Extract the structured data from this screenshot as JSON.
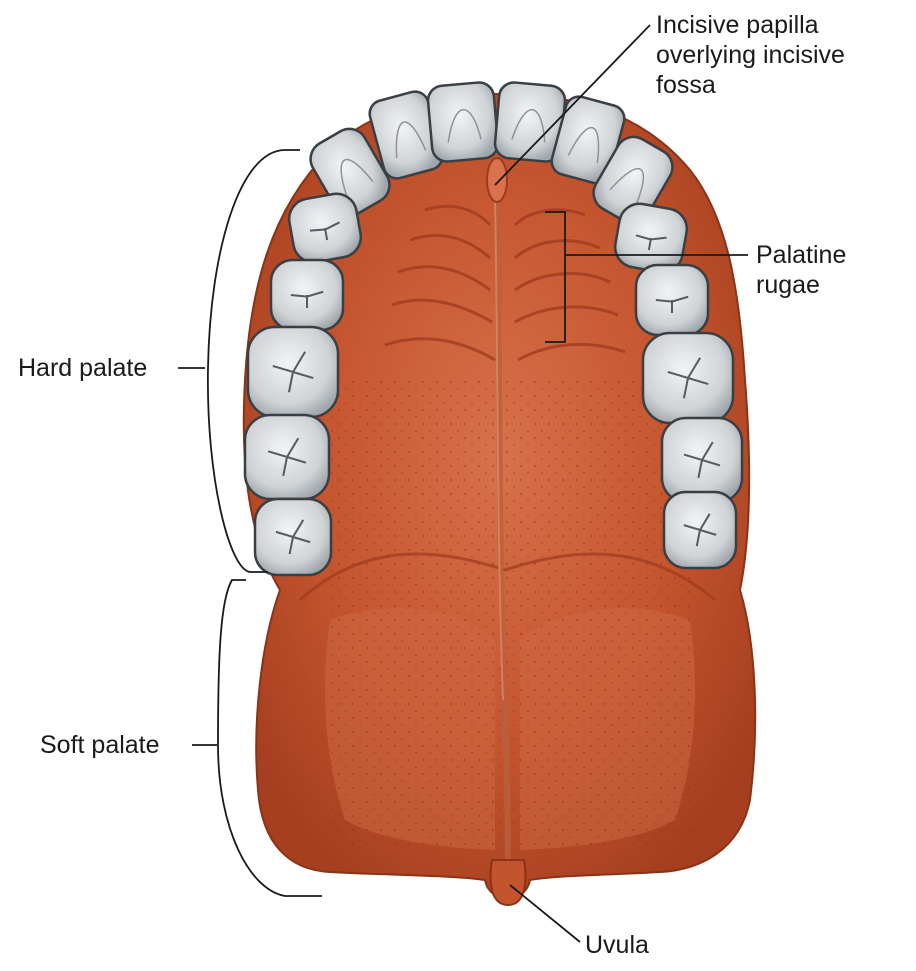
{
  "labels": {
    "incisive_papilla": [
      "Incisive papilla",
      "overlying incisive",
      "fossa"
    ],
    "palatine_rugae": [
      "Palatine",
      "rugae"
    ],
    "hard_palate": "Hard palate",
    "soft_palate": "Soft palate",
    "uvula": "Uvula"
  },
  "colors": {
    "tissue": "#c4542e",
    "tissue_dark": "#9e3a1e",
    "tissue_light": "#dc7650",
    "tooth": "#d6d9dc",
    "tooth_edge": "#3a3f44",
    "line": "#1a1a1a"
  }
}
